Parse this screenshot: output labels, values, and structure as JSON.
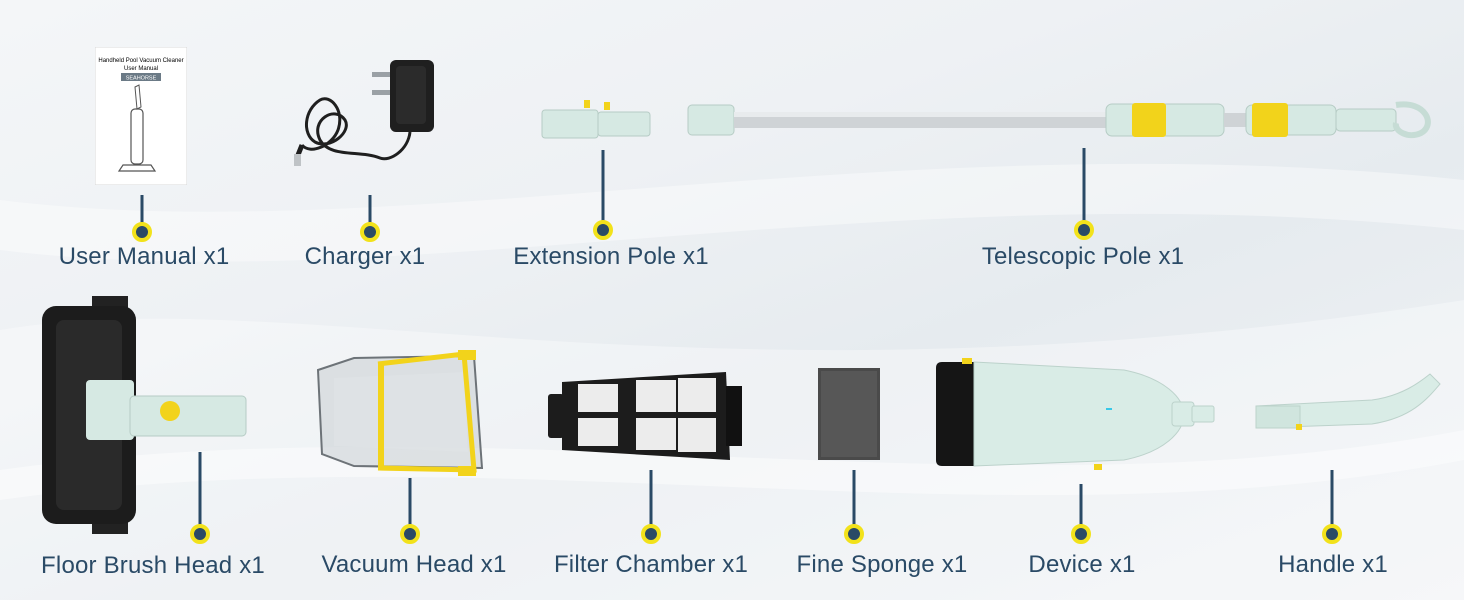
{
  "components": {
    "user_manual": {
      "label": "User Manual x1",
      "doc_title": "Handheld Pool Vacuum Cleaner",
      "doc_subtitle": "User Manual",
      "doc_brand": "SEAHORSE"
    },
    "charger": {
      "label": "Charger x1"
    },
    "extension_pole": {
      "label": "Extension Pole x1"
    },
    "telescopic_pole": {
      "label": "Telescopic Pole x1"
    },
    "floor_brush_head": {
      "label": "Floor Brush Head x1"
    },
    "vacuum_head": {
      "label": "Vacuum Head x1"
    },
    "filter_chamber": {
      "label": "Filter Chamber x1"
    },
    "fine_sponge": {
      "label": "Fine Sponge x1"
    },
    "device": {
      "label": "Device x1"
    },
    "handle": {
      "label": "Handle x1"
    }
  },
  "colors": {
    "label_text": "#2a4a66",
    "dot_ring": "#f2e21b",
    "accent_yellow": "#f2d31b",
    "mint_body": "#d9ece6",
    "black_part": "#1c1c1c"
  }
}
